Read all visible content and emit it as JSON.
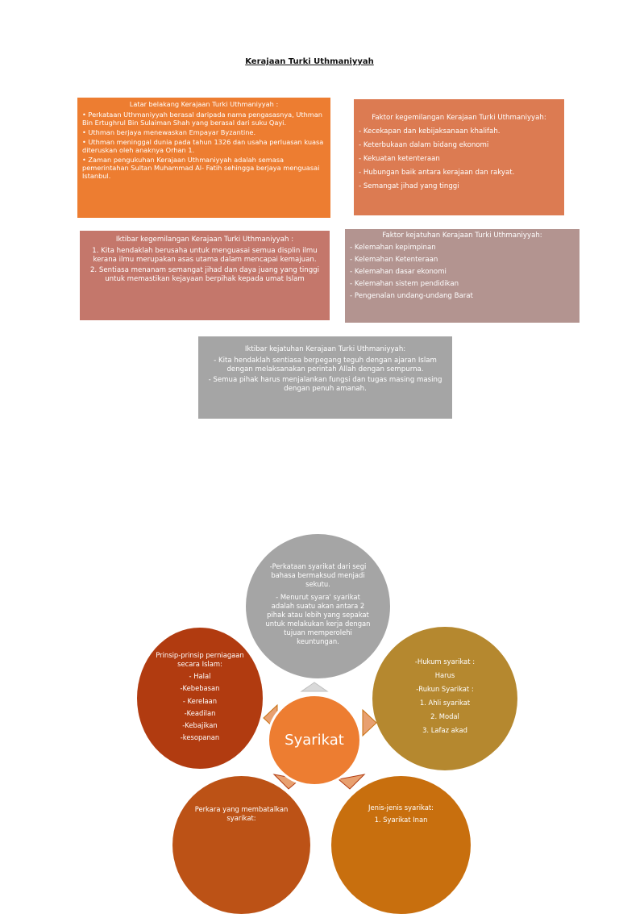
{
  "page": {
    "title": "Kerajaan Turki Uthmaniyyah"
  },
  "latar": {
    "heading": "Latar belakang Kerajaan Turki Uthmaniyyah :",
    "items": [
      "• Perkataan Uthmaniyyah berasal daripada nama pengasasnya, Uthman Bin Ertughrul Bin Sulaiman Shah yang berasal dari suku Qayi.",
      "• Uthman berjaya menewaskan Empayar Byzantine.",
      "• Uthman meninggal dunia pada tahun 1326 dan usaha perluasan kuasa diteruskan oleh anaknya Orhan 1.",
      "• Zaman pengukuhan Kerajaan Uthmaniyyah adalah semasa pemerintahan Sultan Muhammad Al- Fatih sehingga berjaya menguasai Istanbul."
    ]
  },
  "faktor_kegemilangan": {
    "heading": "Faktor kegemilangan Kerajaan Turki Uthmaniyyah:",
    "items": [
      "- Kecekapan dan kebijaksanaan khalifah.",
      "- Keterbukaan dalam bidang ekonomi",
      "- Kekuatan ketenteraan",
      "- Hubungan baik antara kerajaan dan rakyat.",
      "- Semangat jihad yang tinggi"
    ]
  },
  "iktibar_kegemilangan": {
    "heading": "Iktibar kegemilangan Kerajaan Turki Uthmaniyyah :",
    "items": [
      "1. Kita hendaklah berusaha untuk menguasai semua displin ilmu kerana ilmu merupakan asas utama dalam mencapai kemajuan.",
      "2. Sentiasa menanam semangat jihad dan daya juang yang tinggi untuk memastikan kejayaan berpihak kepada umat Islam"
    ]
  },
  "faktor_kejatuhan": {
    "heading": "Faktor kejatuhan Kerajaan Turki Uthmaniyyah:",
    "items": [
      "- Kelemahan kepimpinan",
      "- Kelemahan Ketenteraan",
      "- Kelemahan dasar ekonomi",
      "- Kelemahan sistem pendidikan",
      "- Pengenalan undang-undang Barat"
    ]
  },
  "iktibar_kejatuhan": {
    "heading": "Iktibar kejatuhan Kerajaan Turki Uthmaniyyah:",
    "items": [
      "- Kita hendaklah sentiasa berpegang teguh dengan ajaran Islam dengan melaksanakan perintah Allah dengan sempurna.",
      "- Semua pihak harus menjalankan fungsi dan tugas masing masing dengan penuh amanah."
    ]
  },
  "syarikat": {
    "center": "Syarikat",
    "definisi": [
      "-Perkataan syarikat dari segi bahasa bermaksud menjadi sekutu.",
      "- Menurut syara' syarikat adalah suatu akan antara 2 pihak atau lebih yang sepakat untuk melakukan kerja dengan tujuan memperolehi keuntungan."
    ],
    "prinsip": [
      "Prinsip-prinsip perniagaan secara Islam:",
      "- Halal",
      "-Kebebasan",
      "- Kerelaan",
      "-Keadilan",
      "-Kebajikan",
      "-kesopanan"
    ],
    "hukum": [
      "-Hukum syarikat :",
      "Harus",
      "-Rukun Syarikat :",
      "1. Ahli syarikat",
      "2. Modal",
      "3. Lafaz akad"
    ],
    "perkara": [
      "Perkara yang membatalkan syarikat:"
    ],
    "jenis": [
      "Jenis-jenis syarikat:",
      "1. Syarikat Inan"
    ]
  },
  "colors": {
    "orange": "#ed7d31",
    "salmon": "#dc7b52",
    "rose": "#c4776b",
    "mauve": "#b39490",
    "grey": "#a5a5a5",
    "rust": "#b13b10",
    "gold": "#b5882f",
    "burnt": "#bc5216",
    "amber": "#c86f0e"
  }
}
